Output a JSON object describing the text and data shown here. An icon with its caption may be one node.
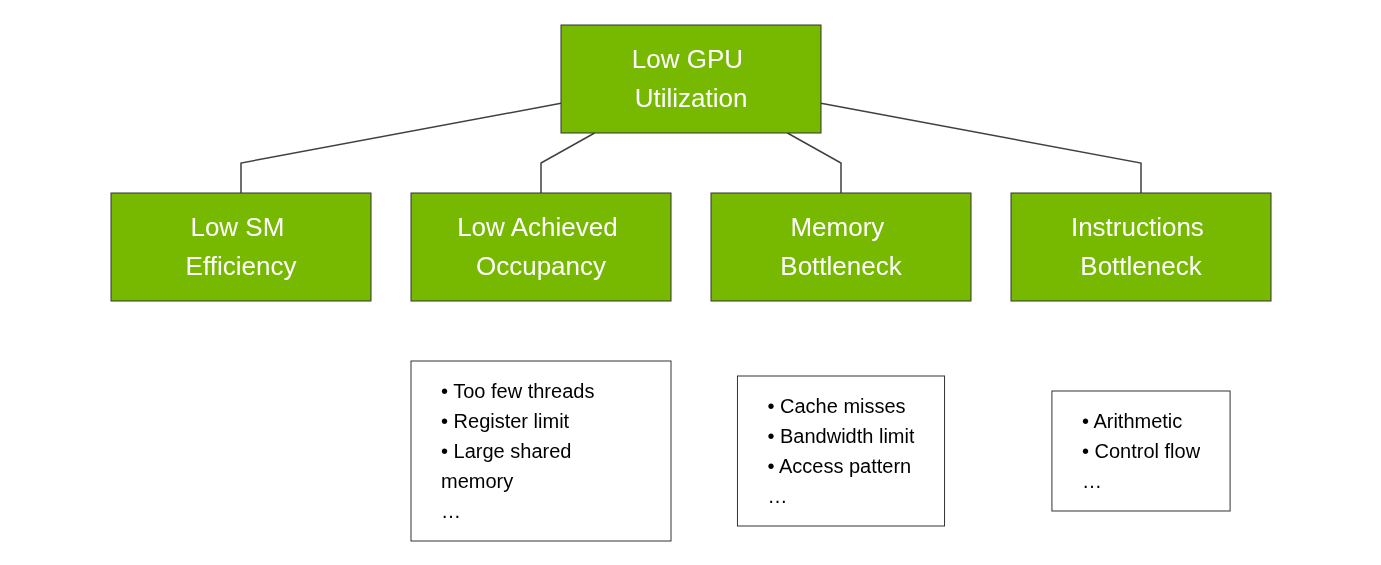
{
  "diagram": {
    "nodes": [
      {
        "text": [
          "Low GPU Utilization"
        ]
      },
      {
        "text": [
          "Low SM Efficiency"
        ]
      },
      {
        "text": [
          "Low Achieved Occupancy"
        ]
      },
      {
        "text": [
          "Memory Bottleneck"
        ]
      },
      {
        "text": [
          "Instructions Bottleneck"
        ]
      },
      {
        "text": [
          "• Too few threads",
          "• Register limit",
          "• Large shared memory",
          "…"
        ]
      },
      {
        "text": [
          "• Cache misses",
          "• Bandwidth limit",
          "• Access pattern",
          "…"
        ]
      },
      {
        "text": [
          "• Arithmetic",
          "• Control flow",
          "…"
        ]
      }
    ],
    "edges": [
      {
        "from": 0,
        "to": 1,
        "arrow": "none"
      },
      {
        "from": 0,
        "to": 2,
        "arrow": "none"
      },
      {
        "from": 0,
        "to": 3,
        "arrow": "none"
      },
      {
        "from": 0,
        "to": 4,
        "arrow": "none"
      }
    ]
  }
}
